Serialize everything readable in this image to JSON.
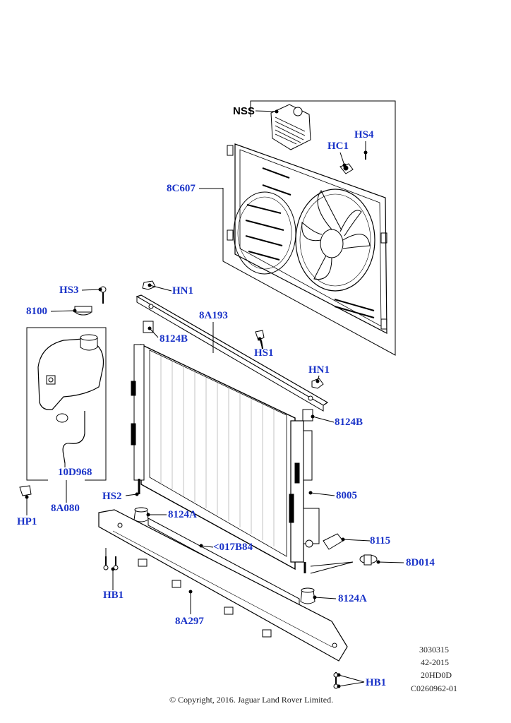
{
  "colors": {
    "label": "#1a33c8",
    "line": "#000000"
  },
  "labels": {
    "NSS": "NSS",
    "HS4": "HS4",
    "HC1": "HC1",
    "8C607": "8C607",
    "HN1_top": "HN1",
    "HS3": "HS3",
    "8100": "8100",
    "8A193": "8A193",
    "8124B_top": "8124B",
    "HS1": "HS1",
    "HN1_mid": "HN1",
    "8124B_right": "8124B",
    "10D968": "10D968",
    "8005": "8005",
    "HP1": "HP1",
    "8A080": "8A080",
    "HS2": "HS2",
    "8124A_top": "8124A",
    "017B84": "<017B84",
    "8115": "8115",
    "8D014": "8D014",
    "HB1_left": "HB1",
    "8124A_bottom": "8124A",
    "8A297": "8A297",
    "HB1_right": "HB1"
  },
  "reference": [
    "3030315",
    "42-2015",
    "20HD0D",
    "C0260962-01"
  ],
  "copyright": "© Copyright, 2016. Jaguar Land Rover Limited."
}
